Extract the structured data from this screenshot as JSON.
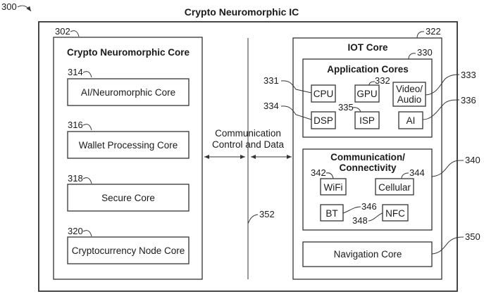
{
  "figure": {
    "ref": "300",
    "title": "Crypto Neuromorphic IC"
  },
  "left_block": {
    "ref": "302",
    "title": "Crypto Neuromorphic Core",
    "cores": [
      {
        "ref": "314",
        "label": "AI/Neuromorphic Core"
      },
      {
        "ref": "316",
        "label": "Wallet Processing Core"
      },
      {
        "ref": "318",
        "label": "Secure Core"
      },
      {
        "ref": "320",
        "label": "Cryptocurrency Node Core"
      }
    ]
  },
  "bus": {
    "ref": "352",
    "label_line1": "Communication",
    "label_line2": "Control and Data"
  },
  "right_block": {
    "ref": "322",
    "title": "IOT Core",
    "application_cores": {
      "ref": "330",
      "title": "Application Cores",
      "units": [
        {
          "ref": "331",
          "label": "CPU"
        },
        {
          "ref": "332",
          "label": "GPU"
        },
        {
          "ref": "333",
          "label_line1": "Video/",
          "label_line2": "Audio"
        },
        {
          "ref": "334",
          "label": "DSP"
        },
        {
          "ref": "335",
          "label": "ISP"
        },
        {
          "ref": "336",
          "label": "AI"
        }
      ]
    },
    "connectivity": {
      "ref": "340",
      "title_line1": "Communication/",
      "title_line2": "Connectivity",
      "units": [
        {
          "ref": "342",
          "label": "WiFi"
        },
        {
          "ref": "344",
          "label": "Cellular"
        },
        {
          "ref": "346",
          "label": "BT"
        },
        {
          "ref": "348",
          "label": "NFC"
        }
      ]
    },
    "navigation": {
      "ref": "350",
      "label": "Navigation Core"
    }
  }
}
